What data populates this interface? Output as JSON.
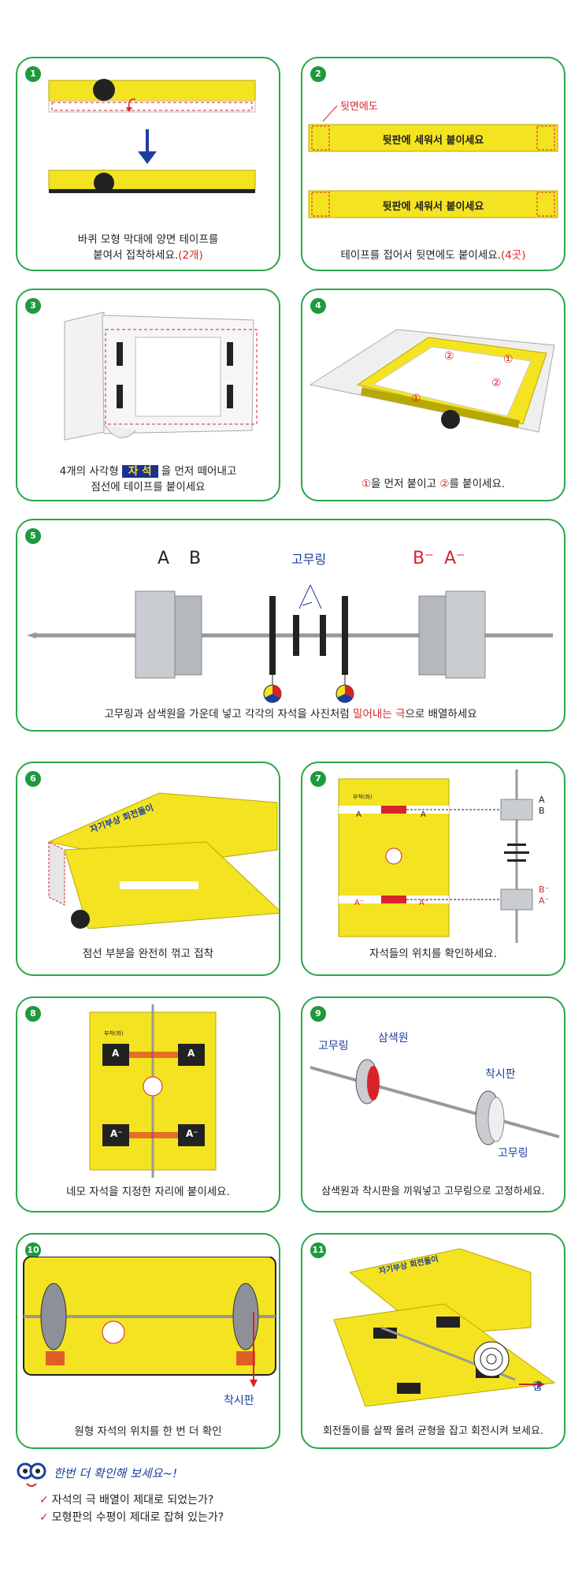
{
  "steps": [
    {
      "num": "1",
      "caption_line1": "바퀴 모형 막대에 양면 테이프를",
      "caption_line2": "붙여서 접착하세요.",
      "caption_red": "(2개)"
    },
    {
      "num": "2",
      "label_back": "뒷면에도",
      "bar_text": "뒷판에 세워서 붙이세요",
      "caption": "테이프를 접어서 뒷면에도 붙이세요.",
      "caption_red": "(4곳)"
    },
    {
      "num": "3",
      "caption_line1_a": "4개의 사각형 ",
      "caption_highlight": "자 석",
      "caption_line1_b": " 을 먼저 떼어내고",
      "caption_line2": "점선에 테이프를 붙이세요"
    },
    {
      "num": "4",
      "mark1": "①",
      "mark2": "②",
      "caption_mark1": "①",
      "caption_mid": "을 먼저 붙이고 ",
      "caption_mark2": "②",
      "caption_end": "를 붙이세요."
    },
    {
      "num": "5",
      "label_a": "A",
      "label_b": "B",
      "label_rubber": "고무링",
      "label_b_neg": "B⁻",
      "label_a_neg": "A⁻",
      "caption_a": "고무링과 삼색원을 가운데 넣고 각각의 자석을 사진처럼 ",
      "caption_red": "밀어내는 극",
      "caption_b": "으로 배열하세요"
    },
    {
      "num": "6",
      "model_title": "자기부상 회전돌이",
      "caption": "점선 부분을 완전히 꺾고 접착"
    },
    {
      "num": "7",
      "label_a": "A",
      "label_b": "B",
      "label_b_neg": "B⁻",
      "label_a_neg": "A⁻",
      "small_label": "부착(좌)",
      "caption": "자석들의 위치를 확인하세요."
    },
    {
      "num": "8",
      "label_a": "A",
      "label_a_neg": "A⁻",
      "small_label": "부착(좌)",
      "caption": "네모 자석을 지정한 자리에 붙이세요."
    },
    {
      "num": "9",
      "label_rubber1": "고무링",
      "label_tricolor": "삼색원",
      "label_plate": "착시판",
      "label_rubber2": "고무링",
      "caption": "삼색원과 착시판을 끼워넣고 고무링으로 고정하세요."
    },
    {
      "num": "10",
      "label_plate": "착시판",
      "caption": "원형 자석의 위치를 한 번 더 확인"
    },
    {
      "num": "11",
      "label_cap": "캡",
      "model_title": "자기부상 회전돌이",
      "caption": "회전돌이를 살짝 올려 균형을 잡고 회전시켜 보세요."
    }
  ],
  "checklist": {
    "title": "한번 더 확인해 보세요~!",
    "items": [
      "자석의 극 배열이 제대로 되었는가?",
      "모형판의 수평이 제대로 잡혀 있는가?"
    ]
  },
  "colors": {
    "green": "#2aa64a",
    "red": "#d8232a",
    "blue": "#1b3e9e",
    "yellow": "#f4e321"
  }
}
